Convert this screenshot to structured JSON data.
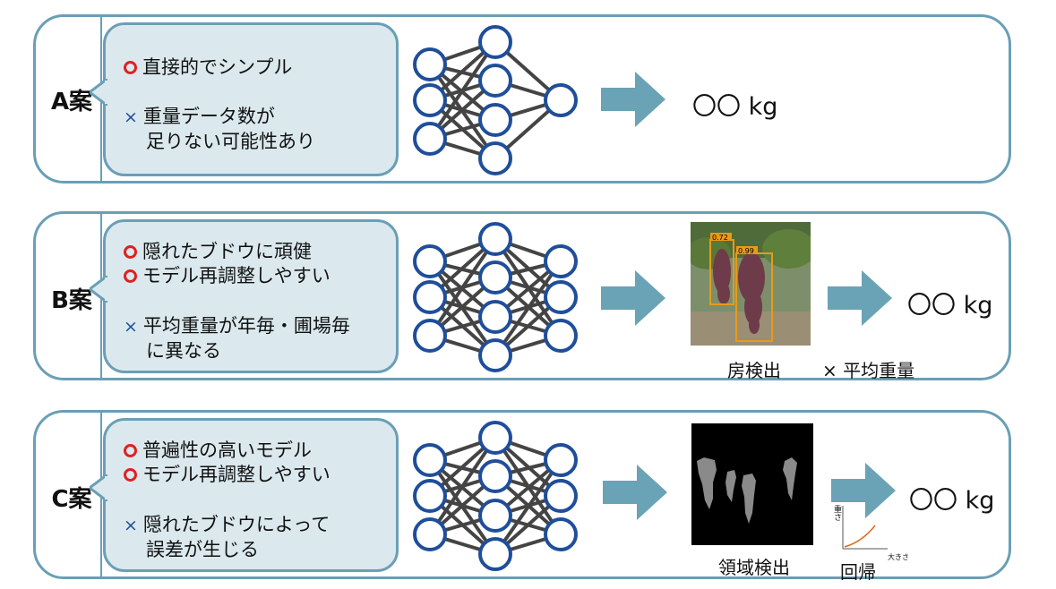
{
  "panels": [
    {
      "label": "A案",
      "pros": [
        "直接的でシンプル"
      ],
      "cons": [
        "重量データ数が",
        "足りない可能性あり"
      ],
      "result": "〇〇 kg"
    },
    {
      "label": "B案",
      "pros": [
        "隠れたブドウに頑健",
        "モデル再調整しやすい"
      ],
      "cons": [
        "平均重量が年毎・圃場毎",
        "に異なる"
      ],
      "result": "〇〇 kg",
      "image_caption": "房検出",
      "multiplier_caption": "× 平均重量",
      "detection_scores": [
        "0.72",
        "0.99"
      ]
    },
    {
      "label": "C案",
      "pros": [
        "普遍性の高いモデル",
        "モデル再調整しやすい"
      ],
      "cons": [
        "隠れたブドウによって",
        "誤差が生じる"
      ],
      "result": "〇〇 kg",
      "image_caption": "領域検出",
      "regression_caption": "回帰",
      "mini_chart": {
        "ylabel": "重さ",
        "xlabel": "大きさ"
      }
    }
  ],
  "marks": {
    "pro": "○",
    "con": "×"
  },
  "colors": {
    "border": "#6a9fb5",
    "bubble": "#dbe9ee",
    "node": "#1f4e9a",
    "edge": "#444444",
    "arrow": "#6aa3b5",
    "pro_mark": "#e02020",
    "con_mark": "#1f4e9a"
  }
}
